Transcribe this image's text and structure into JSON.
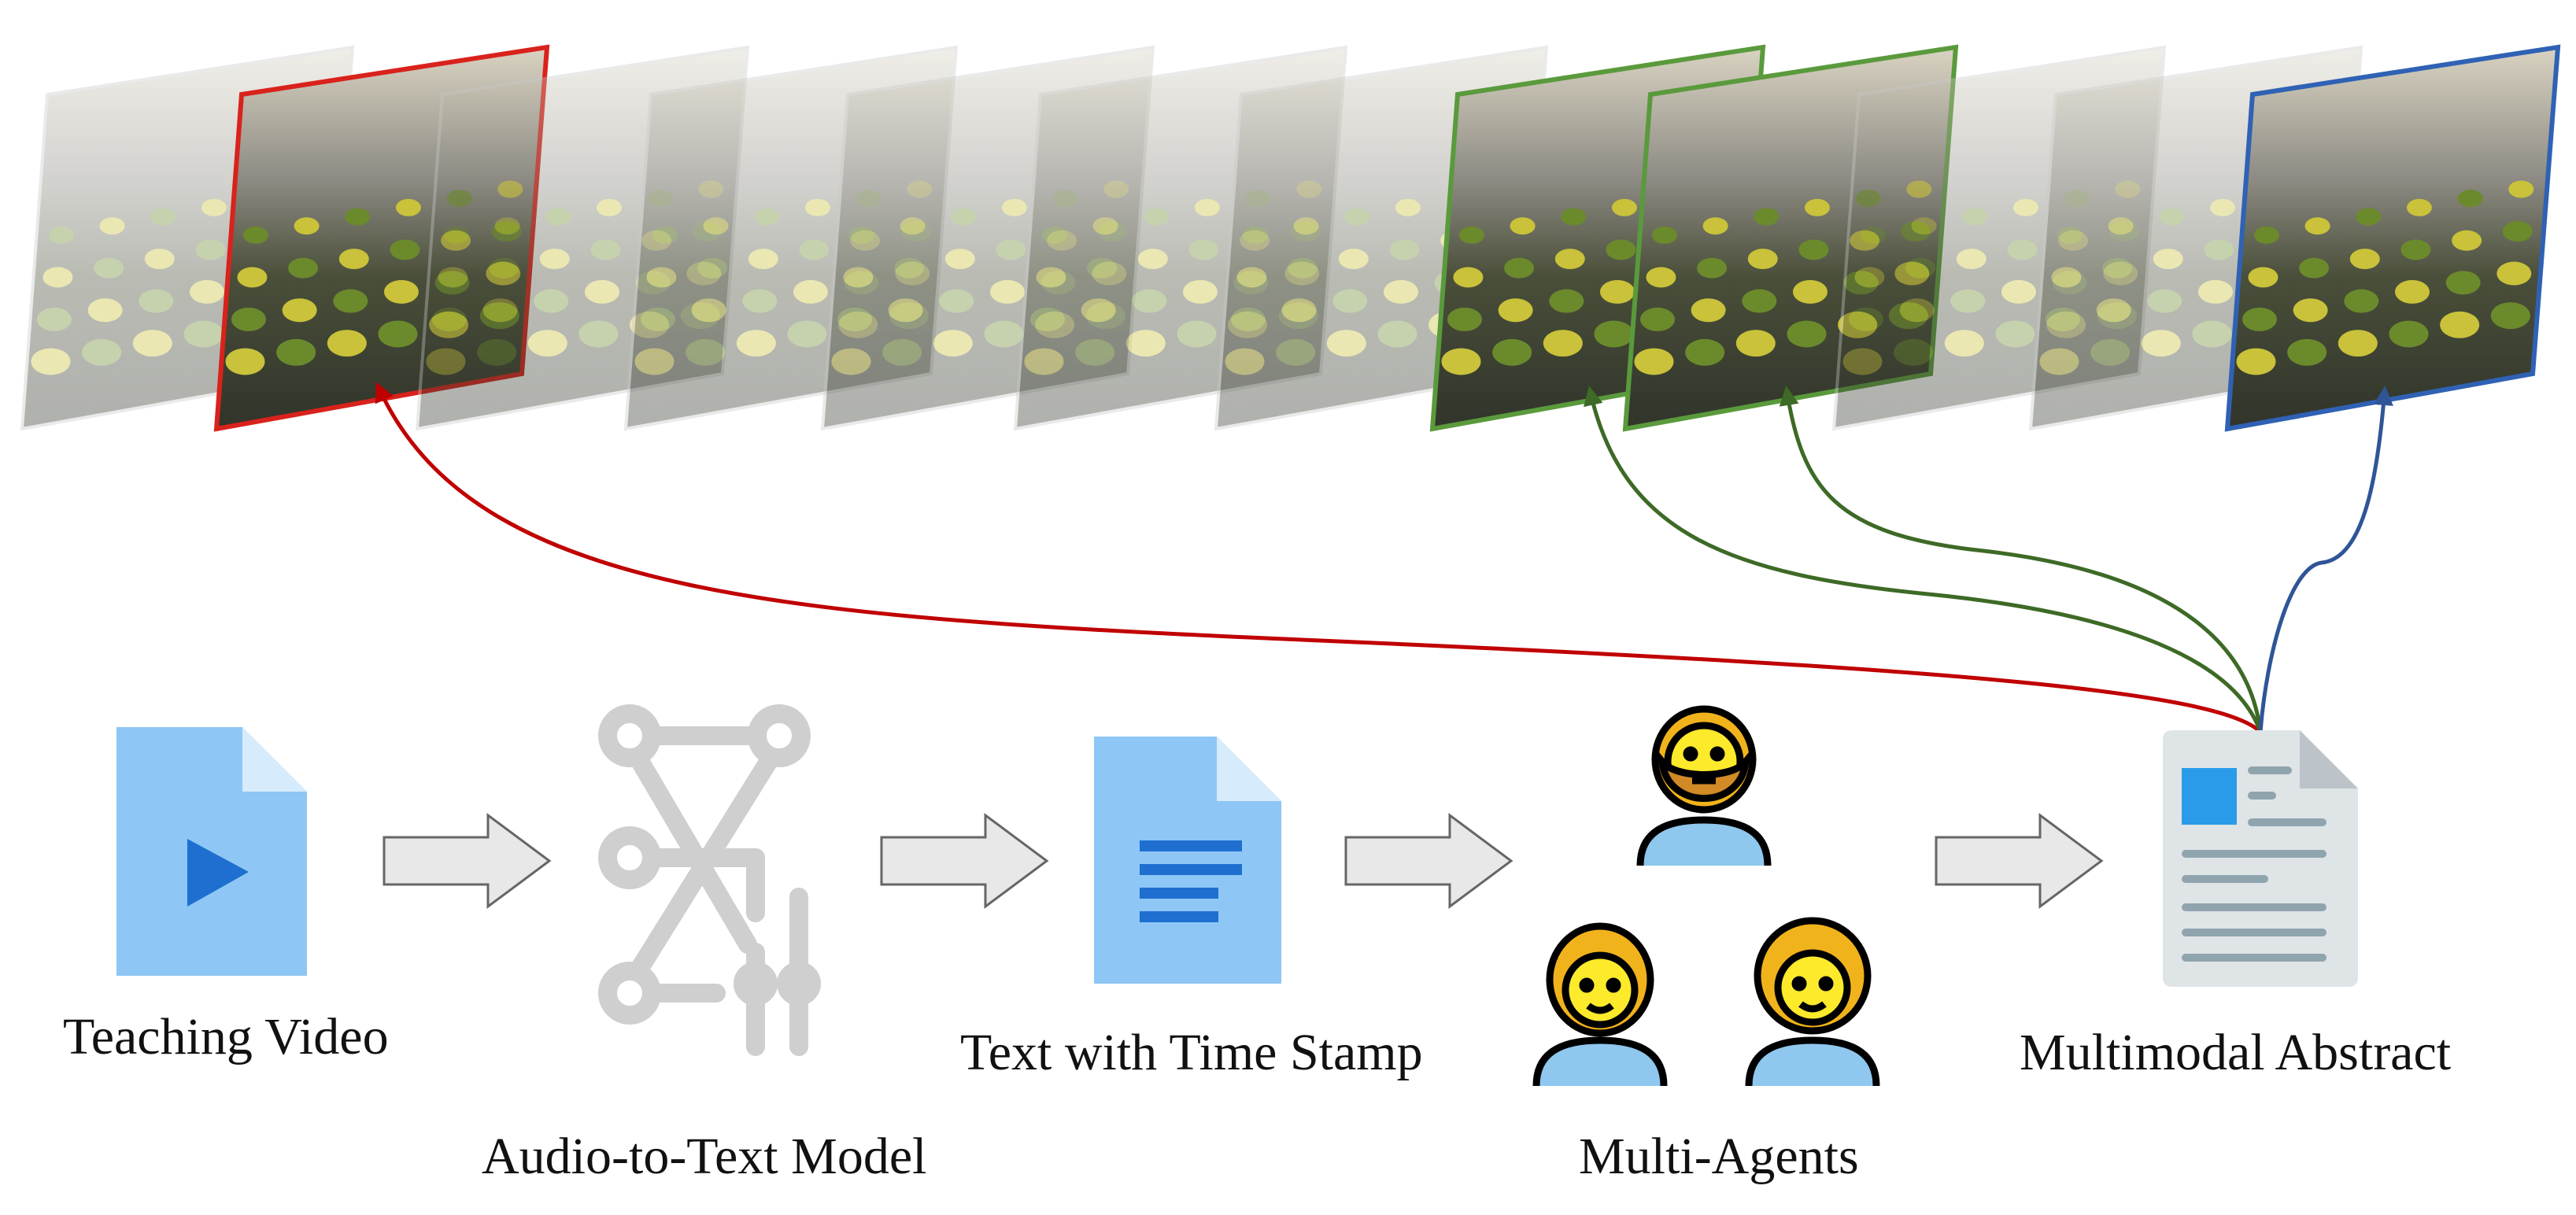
{
  "diagram": {
    "stages": [
      {
        "id": "teaching-video",
        "label": "Teaching Video"
      },
      {
        "id": "audio-to-text-model",
        "label": "Audio-to-Text Model"
      },
      {
        "id": "text-with-time-stamp",
        "label": "Text with Time Stamp"
      },
      {
        "id": "multi-agents",
        "label": "Multi-Agents"
      },
      {
        "id": "multimodal-abstract",
        "label": "Multimodal Abstract"
      }
    ],
    "frames": {
      "count": 12,
      "highlighted": [
        {
          "index": 1,
          "color": "#d9221c"
        },
        {
          "index": 7,
          "color": "#5a9a3c"
        },
        {
          "index": 8,
          "color": "#5a9a3c"
        },
        {
          "index": 11,
          "color": "#2f62b4"
        }
      ],
      "faded_color": "#c9c9c9"
    },
    "arrow_colors": {
      "red": "#c00000",
      "green": "#3d6a26",
      "blue": "#2f5597",
      "pipeline_fill": "#e8e8e8",
      "pipeline_stroke": "#666666"
    },
    "icons": {
      "video_file": "video-file-icon",
      "model": "audio-to-text-model-icon",
      "text_file": "text-document-icon",
      "agents": "multi-agents-icon",
      "abstract": "multimodal-abstract-icon"
    }
  }
}
